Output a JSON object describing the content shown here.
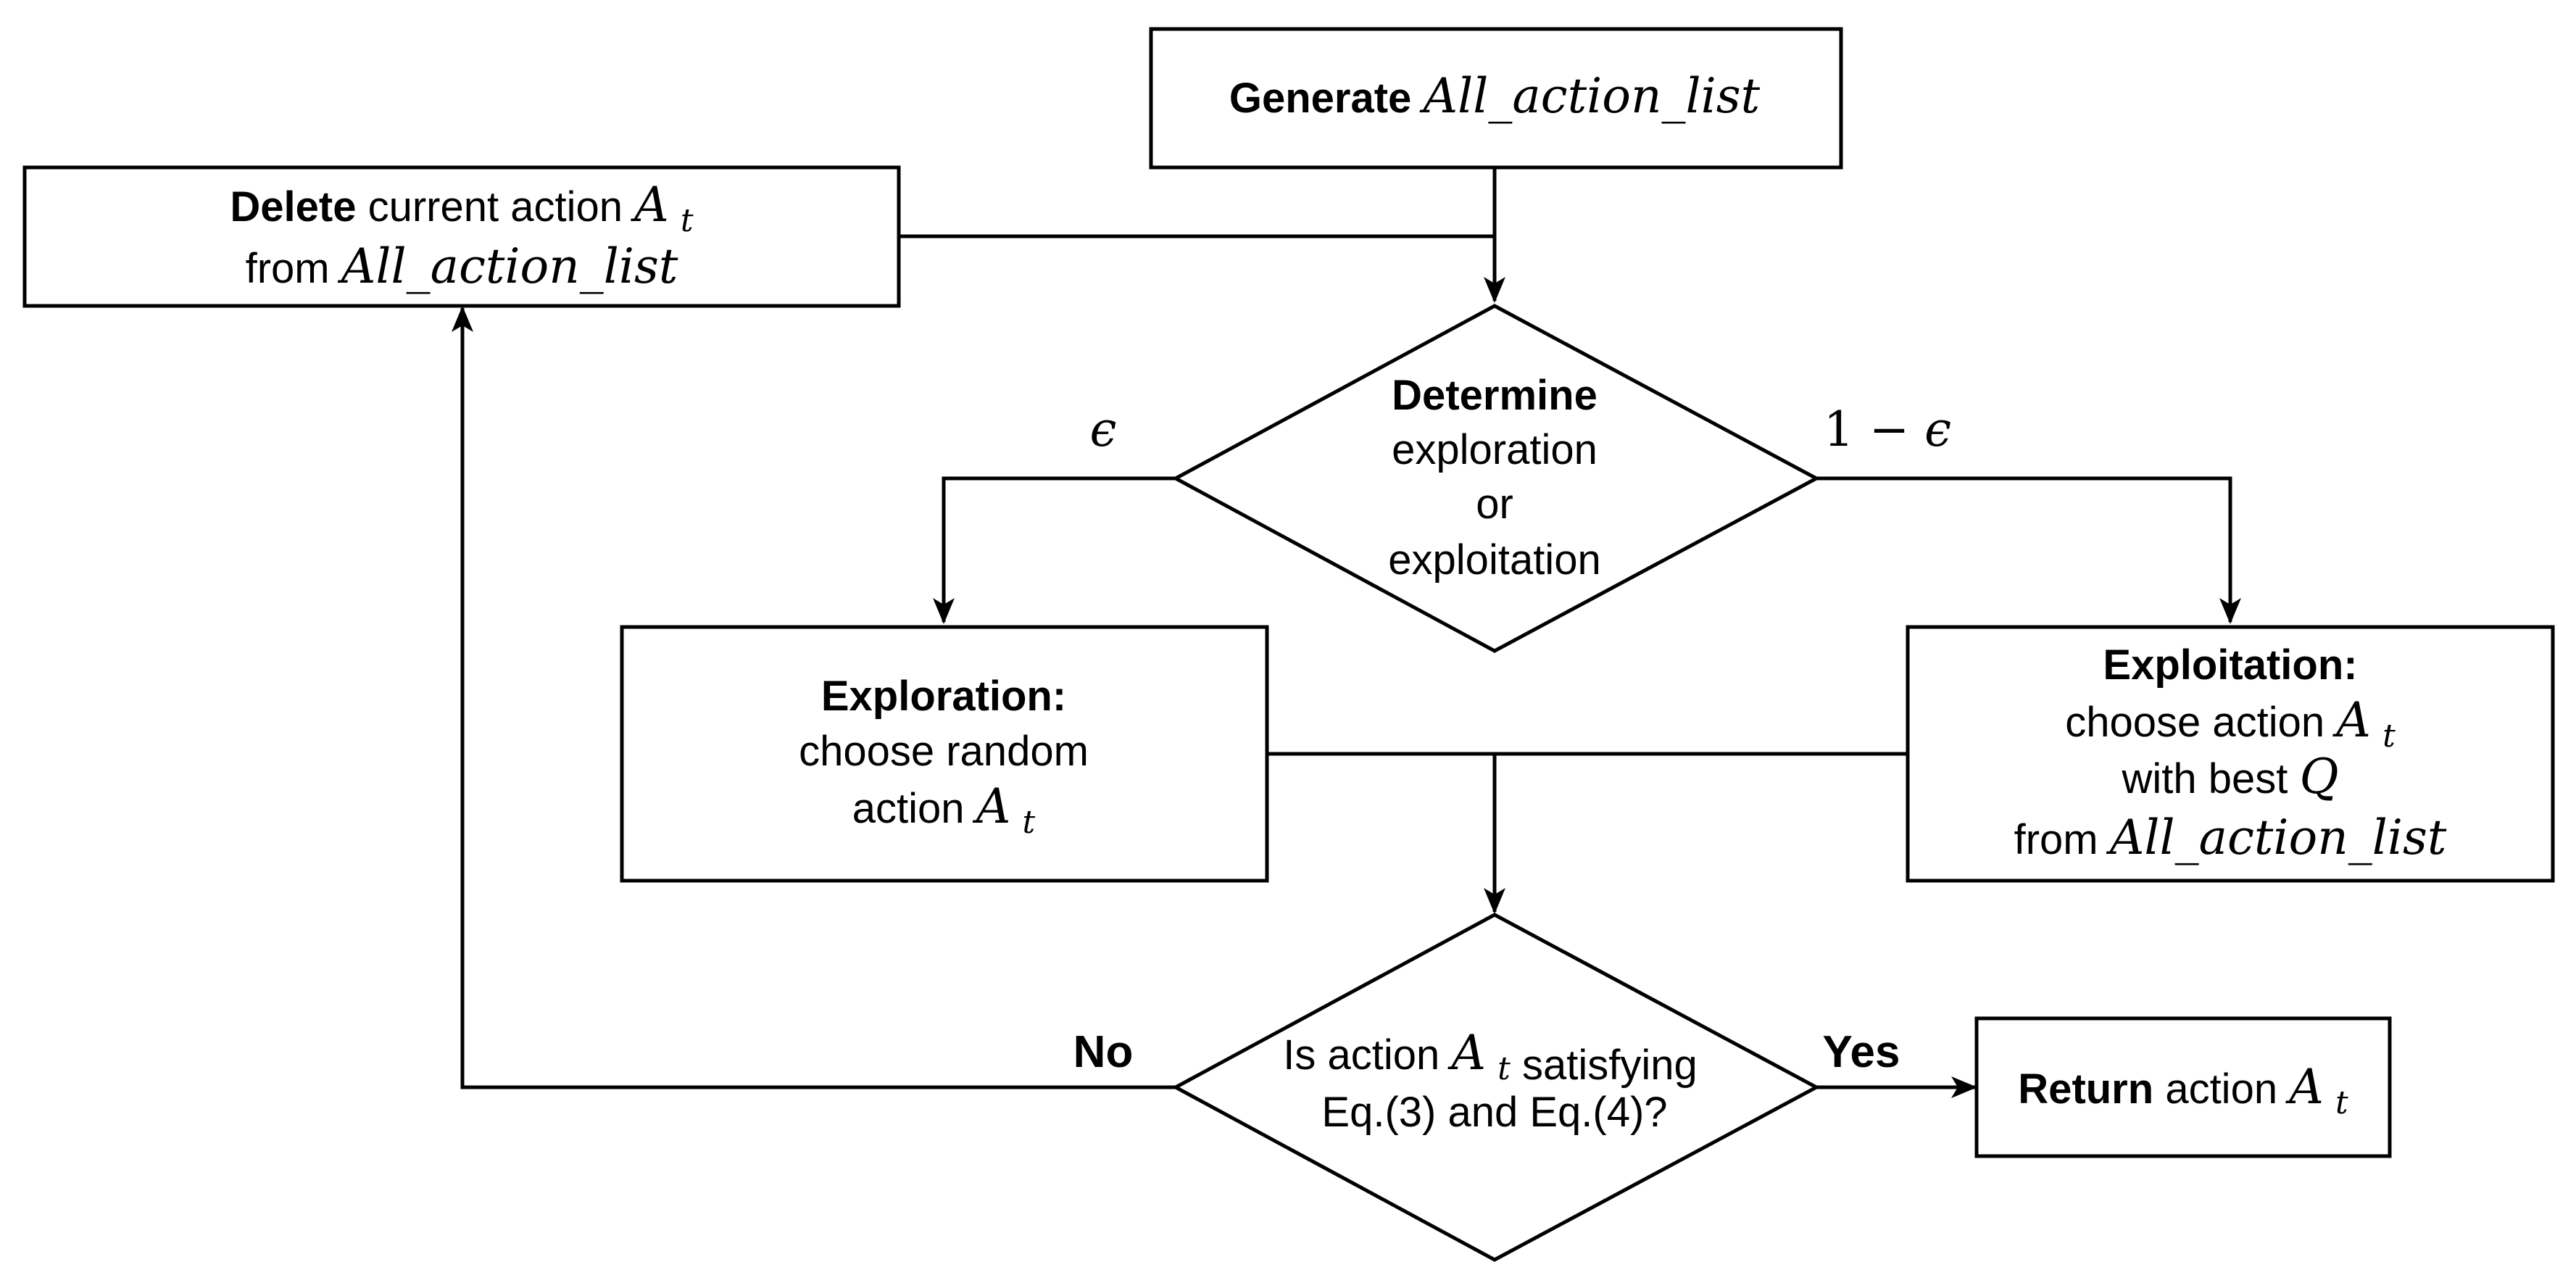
{
  "nodes": {
    "generate": {
      "bold": "Generate",
      "math": "All_action_list"
    },
    "delete": {
      "bold": "Delete",
      "text": "current action",
      "math": "A",
      "sub": "t",
      "line2_text": "from",
      "line2_math": "All_action_list"
    },
    "determine": {
      "bold": "Determine",
      "line2": "exploration",
      "line3": "or",
      "line4": "exploitation"
    },
    "exploration": {
      "bold": "Exploration:",
      "line2": "choose  random",
      "line3_text": "action",
      "line3_math": "A",
      "line3_sub": "t"
    },
    "exploitation": {
      "bold": "Exploitation:",
      "line2_text": "choose action",
      "line2_math": "A",
      "line2_sub": "t",
      "line3_text": "with best",
      "line3_math": "Q",
      "line4_text": "from",
      "line4_math": "All_action_list"
    },
    "check": {
      "line1_text_a": "Is action",
      "line1_math": "A",
      "line1_sub": "t",
      "line1_text_b": "satisfying",
      "line2": "Eq.(3) and Eq.(4)?"
    },
    "return": {
      "bold": "Return",
      "text": "action",
      "math": "A",
      "sub": "t"
    }
  },
  "edge_labels": {
    "epsilon": "ϵ",
    "one_minus_epsilon_a": "1 − ",
    "one_minus_epsilon_b": "ϵ",
    "no": "No",
    "yes": "Yes"
  }
}
